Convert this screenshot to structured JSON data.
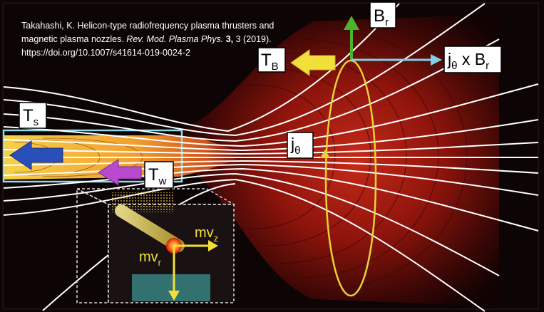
{
  "citation": {
    "line1": "Takahashi, K. Helicon-type radiofrequency plasma thrusters and",
    "line2_journal": "magnetic plasma nozzles. ",
    "line2_italic": "Rev. Mod. Plasma Phys. ",
    "line2_bold": "3,",
    "line2_rest": " 3 (2019).",
    "line3": "https://doi.org/10.1007/s41614-019-0024-2"
  },
  "labels": {
    "br": {
      "main": "B",
      "sub": "r"
    },
    "tb": {
      "main": "T",
      "sub": "B"
    },
    "jxb": {
      "main1": "j",
      "sub1": "θ",
      "main2": " x B",
      "sub2": "r"
    },
    "ts": {
      "main": "T",
      "sub": "s"
    },
    "jtheta": {
      "main": "j",
      "sub": "θ"
    },
    "tw": {
      "main": "T",
      "sub": "w"
    },
    "mvz": {
      "main": "mv",
      "sub": "z"
    },
    "mvr": {
      "main": "mv",
      "sub": "r"
    }
  },
  "colors": {
    "background": "#0d0505",
    "plasma_core": "#f3c33a",
    "plume_red": "#b41c12",
    "field_lines": "#ffffff",
    "arrow_green": "#4db32a",
    "arrow_cyan": "#7fd0e8",
    "arrow_yellow": "#f2e03a",
    "arrow_blue": "#2a4fb8",
    "arrow_magenta": "#b84ad0",
    "ellipse_yellow": "#e6d23a",
    "wall_cyan": "#8fd8e6"
  }
}
